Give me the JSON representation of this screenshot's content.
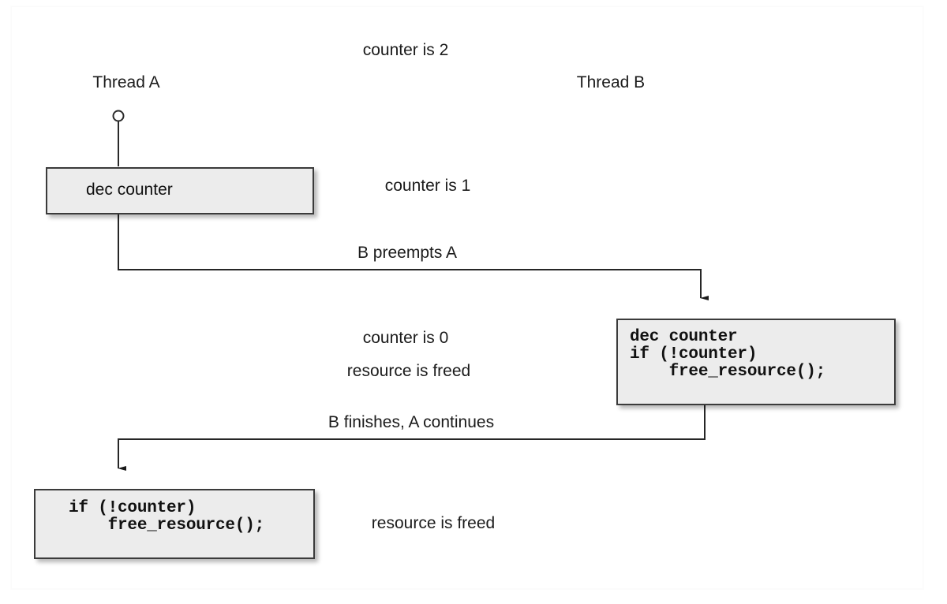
{
  "diagram": {
    "title_labels": {
      "thread_a": "Thread A",
      "thread_b": "Thread B"
    },
    "annotations": [
      {
        "id": "counter-is-2",
        "text": "counter is 2"
      },
      {
        "id": "counter-is-1",
        "text": "counter is 1"
      },
      {
        "id": "b-preempts-a",
        "text": "B preempts A"
      },
      {
        "id": "counter-is-0",
        "text": "counter is 0"
      },
      {
        "id": "resource-is-freed-mid",
        "text": "resource is freed"
      },
      {
        "id": "b-finishes-a-continues",
        "text": "B finishes, A continues"
      },
      {
        "id": "resource-is-freed-bottom",
        "text": "resource is freed"
      }
    ],
    "nodes": {
      "thread_a_dec": {
        "text": "dec counter"
      },
      "thread_b_block": {
        "line1": "dec counter",
        "line2": "if (!counter)",
        "line3": "    free_resource();"
      },
      "thread_a_free": {
        "line1": "if (!counter)",
        "line2": "    free_resource();"
      }
    },
    "colors": {
      "node_fill": "#ececec",
      "node_border": "#3b3b3b",
      "edge": "#262626",
      "text": "#1b1b1b",
      "background": "#ffffff"
    },
    "start_marker": "start-circle"
  }
}
